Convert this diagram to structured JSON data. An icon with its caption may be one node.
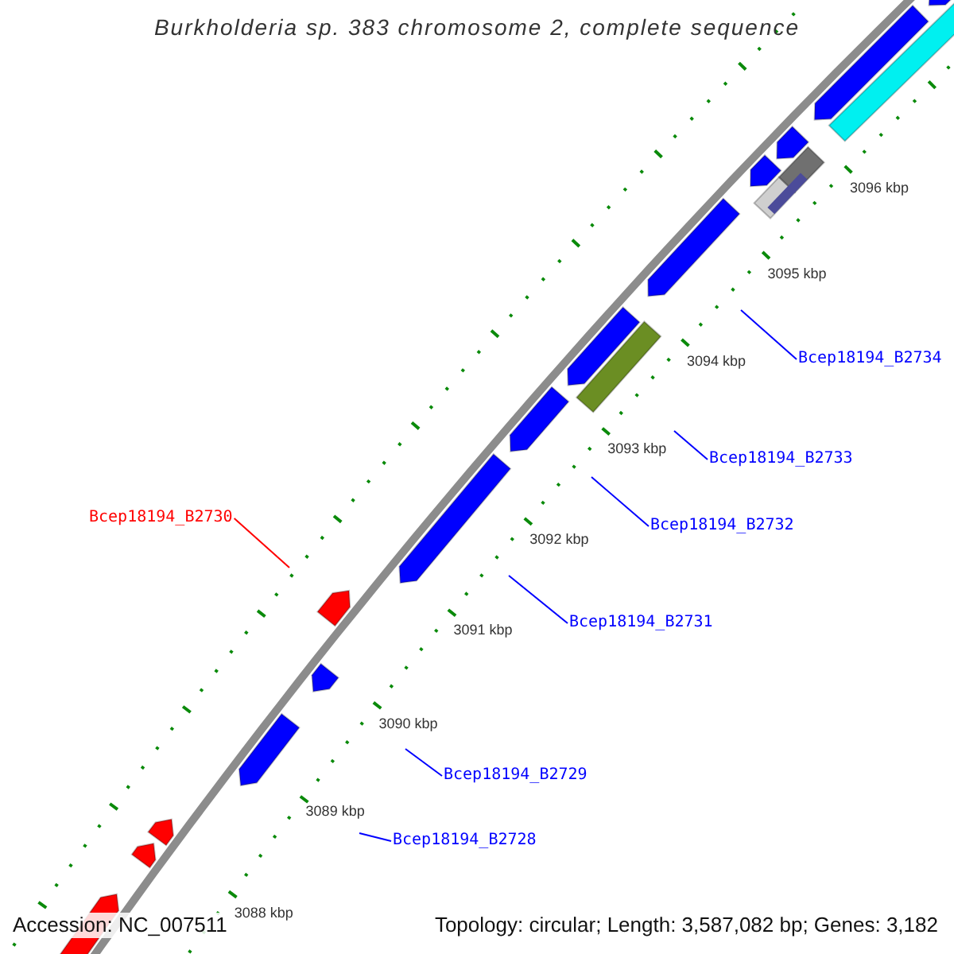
{
  "diagram": {
    "title": "Burkholderia sp. 383 chromosome 2, complete sequence",
    "nodes": [
      {
        "text": [
          "Bcep18194_B2730"
        ]
      },
      {
        "text": [
          "Bcep18194_B2734"
        ]
      },
      {
        "text": [
          "Bcep18194_B2733"
        ]
      },
      {
        "text": [
          "Bcep18194_B2732"
        ]
      },
      {
        "text": [
          "Bcep18194_B2731"
        ]
      },
      {
        "text": [
          "Bcep18194_B2729"
        ]
      },
      {
        "text": [
          "Bcep18194_B2728"
        ]
      }
    ],
    "edges": [
      {
        "from": 0,
        "to": null,
        "arrow": "none",
        "color": "#ff0000"
      },
      {
        "from": 1,
        "to": null,
        "arrow": "none"
      },
      {
        "from": 2,
        "to": null,
        "arrow": "none"
      },
      {
        "from": 3,
        "to": null,
        "arrow": "none"
      },
      {
        "from": 4,
        "to": null,
        "arrow": "none"
      },
      {
        "from": 5,
        "to": null,
        "arrow": "none"
      },
      {
        "from": 6,
        "to": null,
        "arrow": "none"
      }
    ],
    "labels": [
      "3096 kbp",
      "3095 kbp",
      "3094 kbp",
      "3093 kbp",
      "3092 kbp",
      "3091 kbp",
      "3090 kbp",
      "3089 kbp",
      "3088 kbp",
      "Accession: NC_007511",
      "Topology: circular; Length: 3,587,082 bp; Genes: 3,182"
    ]
  }
}
